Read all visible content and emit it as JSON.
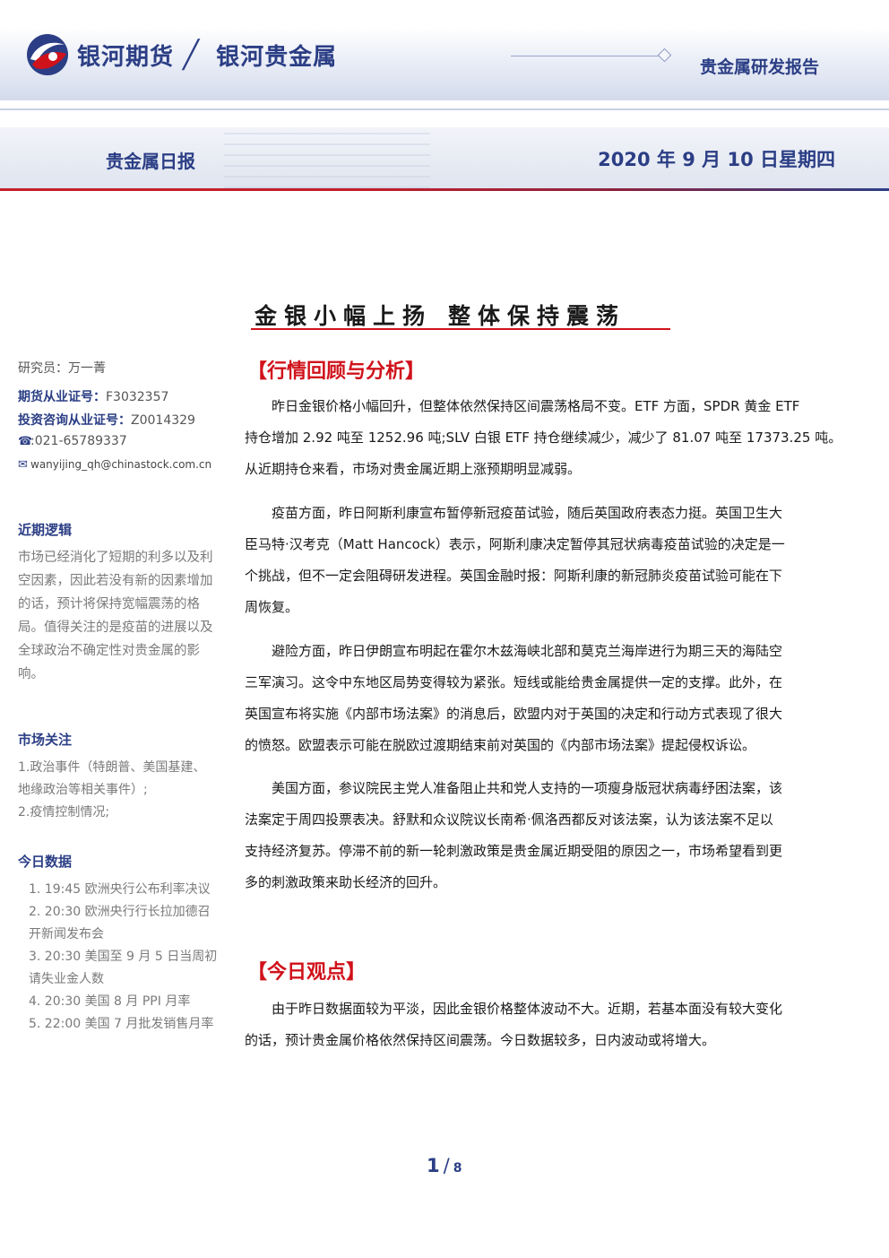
{
  "header": {
    "logo_text": "银河期货",
    "logo_sub": "银河贵金属",
    "report_type": "贵金属研发报告",
    "band_title": "贵金属日报",
    "band_date": "2020 年 9 月 10 日星期四",
    "colors": {
      "brand_blue": "#2b3e85",
      "accent_red": "#d0121b"
    }
  },
  "title": {
    "part1": "金银小幅上扬",
    "part2": "整体保持震荡"
  },
  "sidebar": {
    "researcher_label": "研究员：",
    "researcher_name": "万一菁",
    "futures_cert_label": "期货从业证号：",
    "futures_cert": "F3032357",
    "advisory_cert_label": "投资咨询从业证号：",
    "advisory_cert": "Z0014329",
    "phone_icon": "phone-icon",
    "phone": ":021-65789337",
    "email_icon": "email-icon",
    "email": "wanyijing_qh@chinastock.com.cn",
    "logic_title": "近期逻辑",
    "logic_lines": [
      "市场已经消化了短期的利多以及利",
      "空因素，因此若没有新的因素增加",
      "的话，预计将保持宽幅震荡的格",
      "局。值得关注的是疫苗的进展以及",
      "全球政治不确定性对贵金属的影",
      "响。"
    ],
    "focus_title": "市场关注",
    "focus_lines": [
      "1.政治事件（特朗普、美国基建、",
      "地缘政治等相关事件）;",
      "2.疫情控制情况;"
    ],
    "data_title": "今日数据",
    "data_lines": [
      "1. 19:45 欧洲央行公布利率决议",
      "2. 20:30  欧洲央行行长拉加德召",
      "开新闻发布会",
      "3. 20:30  美国至 9 月 5 日当周初",
      "请失业金人数",
      "4. 20:30  美国 8 月 PPI 月率",
      "5. 22:00  美国 7 月批发销售月率"
    ]
  },
  "analysis": {
    "heading": "【行情回顾与分析】",
    "p1": [
      "　　昨日金银价格小幅回升，但整体依然保持区间震荡格局不变。ETF 方面，SPDR 黄金 ETF",
      "持仓增加 2.92 吨至 1252.96 吨;SLV 白银 ETF 持仓继续减少，减少了 81.07 吨至 17373.25 吨。",
      "从近期持仓来看，市场对贵金属近期上涨预期明显减弱。"
    ],
    "p2": [
      "　　疫苗方面，昨日阿斯利康宣布暂停新冠疫苗试验，随后英国政府表态力挺。英国卫生大",
      "臣马特·汉考克（Matt Hancock）表示，阿斯利康决定暂停其冠状病毒疫苗试验的决定是一",
      "个挑战，但不一定会阻碍研发进程。英国金融时报：阿斯利康的新冠肺炎疫苗试验可能在下",
      "周恢复。"
    ],
    "p3": [
      "　　避险方面，昨日伊朗宣布明起在霍尔木兹海峡北部和莫克兰海岸进行为期三天的海陆空",
      "三军演习。这令中东地区局势变得较为紧张。短线或能给贵金属提供一定的支撑。此外，在",
      "英国宣布将实施《内部市场法案》的消息后，欧盟内对于英国的决定和行动方式表现了很大",
      "的愤怒。欧盟表示可能在脱欧过渡期结束前对英国的《内部市场法案》提起侵权诉讼。"
    ],
    "p4": [
      "　　美国方面，参议院民主党人准备阻止共和党人支持的一项瘦身版冠状病毒纾困法案，该",
      "法案定于周四投票表决。舒默和众议院议长南希·佩洛西都反对该法案，认为该法案不足以",
      "支持经济复苏。停滞不前的新一轮刺激政策是贵金属近期受阻的原因之一，市场希望看到更",
      "多的刺激政策来助长经济的回升。"
    ]
  },
  "view": {
    "heading": "【今日观点】",
    "p1": [
      "　　由于昨日数据面较为平淡，因此金银价格整体波动不大。近期，若基本面没有较大变化",
      "的话，预计贵金属价格依然保持区间震荡。今日数据较多，日内波动或将增大。"
    ]
  },
  "footer": {
    "page_current": "1",
    "page_sep": "/",
    "page_total": "8"
  }
}
